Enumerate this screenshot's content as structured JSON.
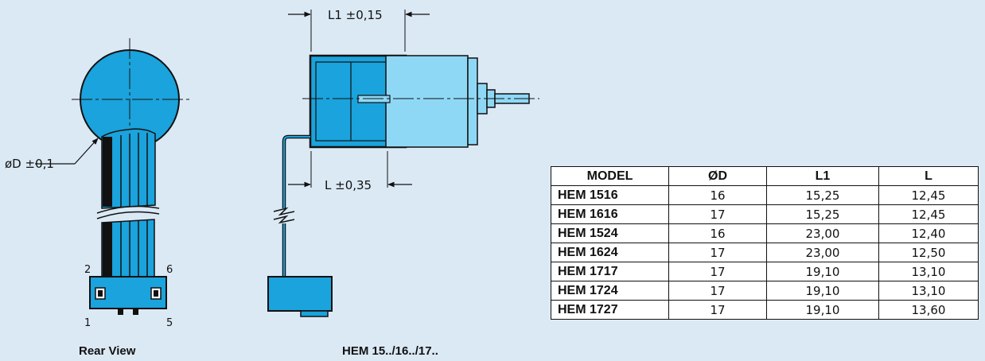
{
  "rear_view": {
    "diameter_label": "øD ±0,1",
    "pin_labels": [
      "2",
      "6",
      "1",
      "5"
    ],
    "caption": "Rear View"
  },
  "side_view": {
    "l1_label": "L1 ±0,15",
    "l_label": "L ±0,35",
    "caption": "HEM 15../16../17.."
  },
  "table": {
    "headers": [
      "MODEL",
      "ØD",
      "L1",
      "L"
    ],
    "rows": [
      [
        "HEM 1516",
        "16",
        "15,25",
        "12,45"
      ],
      [
        "HEM 1616",
        "17",
        "15,25",
        "12,45"
      ],
      [
        "HEM 1524",
        "16",
        "23,00",
        "12,40"
      ],
      [
        "HEM 1624",
        "17",
        "23,00",
        "12,50"
      ],
      [
        "HEM 1717",
        "17",
        "19,10",
        "13,10"
      ],
      [
        "HEM 1724",
        "17",
        "19,10",
        "13,10"
      ],
      [
        "HEM 1727",
        "17",
        "19,10",
        "13,60"
      ]
    ]
  },
  "colors": {
    "background": "#dbe9f5",
    "motor_blue": "#1aa3dc",
    "motor_light": "#8fd8f5",
    "line": "#111111"
  }
}
